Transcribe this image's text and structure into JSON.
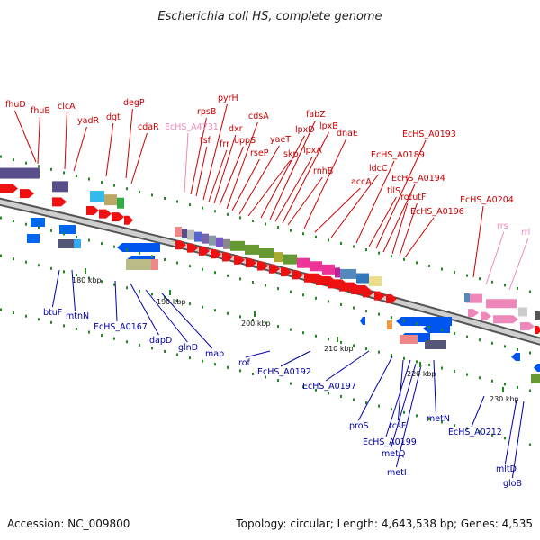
{
  "title": "Escherichia coli HS, complete genome",
  "footer": {
    "accession": "Accession: NC_009800",
    "summary": "Topology: circular; Length: 4,643,538 bp; Genes: 4,535"
  },
  "colors": {
    "forward_label": "#cc0000",
    "reverse_label": "#0000aa",
    "rna_label": "#ee88bb",
    "backbone_dark": "#555555",
    "backbone_light": "#cfcfcf",
    "tick_green": "#228822"
  },
  "scale_ticks": [
    "180 kbp",
    "190 kbp",
    "200 kbp",
    "210 kbp",
    "220 kbp",
    "230 kbp"
  ],
  "top_labels": [
    {
      "text": "fhuD",
      "type": "fwd"
    },
    {
      "text": "fhuB",
      "type": "fwd"
    },
    {
      "text": "clcA",
      "type": "fwd"
    },
    {
      "text": "yadR",
      "type": "fwd"
    },
    {
      "text": "dgt",
      "type": "fwd"
    },
    {
      "text": "degP",
      "type": "fwd"
    },
    {
      "text": "cdaR",
      "type": "fwd"
    },
    {
      "text": "EcHS_A4731",
      "type": "rna"
    },
    {
      "text": "rpsB",
      "type": "fwd"
    },
    {
      "text": "tsf",
      "type": "fwd"
    },
    {
      "text": "pyrH",
      "type": "fwd"
    },
    {
      "text": "frr",
      "type": "fwd"
    },
    {
      "text": "dxr",
      "type": "fwd"
    },
    {
      "text": "uppS",
      "type": "fwd"
    },
    {
      "text": "cdsA",
      "type": "fwd"
    },
    {
      "text": "rseP",
      "type": "fwd"
    },
    {
      "text": "yaeT",
      "type": "fwd"
    },
    {
      "text": "skp",
      "type": "fwd"
    },
    {
      "text": "lpxD",
      "type": "fwd"
    },
    {
      "text": "fabZ",
      "type": "fwd"
    },
    {
      "text": "lpxA",
      "type": "fwd"
    },
    {
      "text": "lpxB",
      "type": "fwd"
    },
    {
      "text": "rnhB",
      "type": "fwd"
    },
    {
      "text": "dnaE",
      "type": "fwd"
    },
    {
      "text": "accA",
      "type": "fwd"
    },
    {
      "text": "ldcC",
      "type": "fwd"
    },
    {
      "text": "EcHS_A0189",
      "type": "fwd"
    },
    {
      "text": "tilS",
      "type": "fwd"
    },
    {
      "text": "EcHS_A0193",
      "type": "fwd"
    },
    {
      "text": "EcHS_A0194",
      "type": "fwd"
    },
    {
      "text": "rof",
      "type": "fwd"
    },
    {
      "text": "cutF",
      "type": "fwd"
    },
    {
      "text": "EcHS_A0196",
      "type": "fwd"
    },
    {
      "text": "EcHS_A0204",
      "type": "fwd"
    },
    {
      "text": "rrs",
      "type": "rna"
    },
    {
      "text": "rrl",
      "type": "rna"
    }
  ],
  "bottom_labels": [
    {
      "text": "btuF",
      "type": "rev"
    },
    {
      "text": "mtnN",
      "type": "rev"
    },
    {
      "text": "EcHS_A0167",
      "type": "rev"
    },
    {
      "text": "dapD",
      "type": "rev"
    },
    {
      "text": "glnD",
      "type": "rev"
    },
    {
      "text": "map",
      "type": "rev"
    },
    {
      "text": "rof",
      "type": "rev"
    },
    {
      "text": "EcHS_A0192",
      "type": "rev"
    },
    {
      "text": "EcHS_A0197",
      "type": "rev"
    },
    {
      "text": "proS",
      "type": "rev"
    },
    {
      "text": "rcsF",
      "type": "rev"
    },
    {
      "text": "EcHS_A0199",
      "type": "rev"
    },
    {
      "text": "metN",
      "type": "rev"
    },
    {
      "text": "metQ",
      "type": "rev"
    },
    {
      "text": "metI",
      "type": "rev"
    },
    {
      "text": "EcHS_A0212",
      "type": "rev"
    },
    {
      "text": "mltD",
      "type": "rev"
    },
    {
      "text": "gloB",
      "type": "rev"
    }
  ]
}
